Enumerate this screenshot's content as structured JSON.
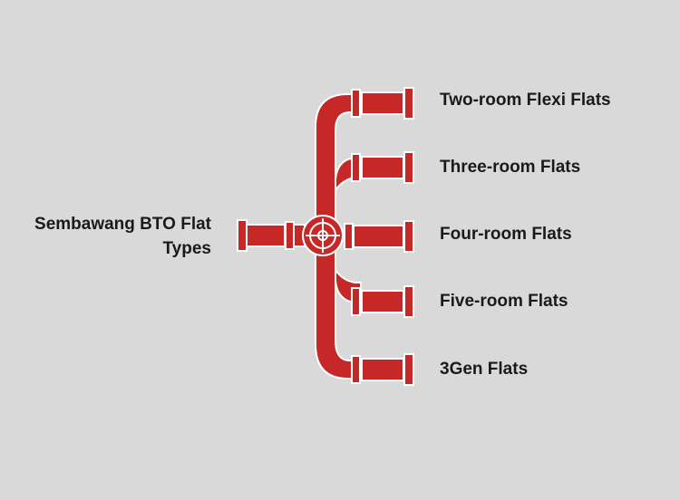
{
  "diagram": {
    "root": {
      "label": "Sembawang BTO Flat Types"
    },
    "branches": [
      {
        "label": "Two-room Flexi Flats"
      },
      {
        "label": "Three-room Flats"
      },
      {
        "label": "Four-room Flats"
      },
      {
        "label": "Five-room Flats"
      },
      {
        "label": "3Gen Flats"
      }
    ]
  },
  "colors": {
    "background": "#d9d9d9",
    "pipe": "#c62828",
    "pipe_outline": "#ffffff",
    "text": "#1a1a1a"
  }
}
